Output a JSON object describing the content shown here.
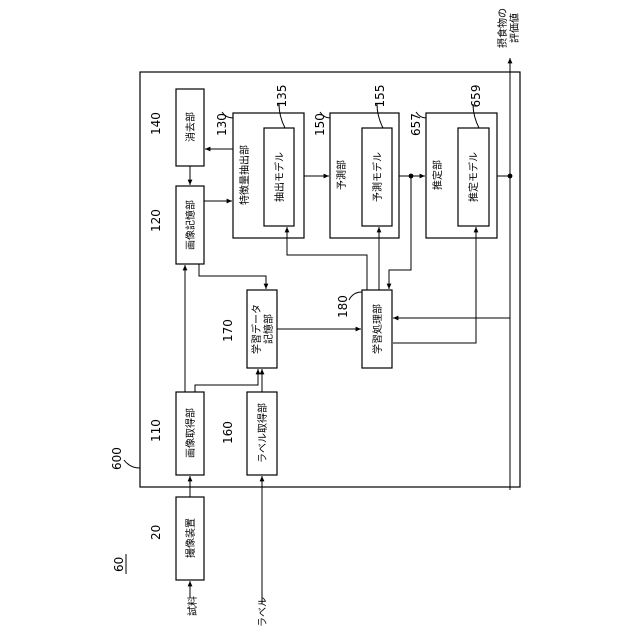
{
  "system_number": "600",
  "figure_ref": "60",
  "blocks": {
    "image_capture": {
      "number": "20",
      "label": "撮像装置"
    },
    "image_acquisition": {
      "number": "110",
      "label": "画像取得部"
    },
    "image_storage": {
      "number": "120",
      "label": "画像記憶部"
    },
    "erasing": {
      "number": "140",
      "label": "消去部"
    },
    "feature_extraction": {
      "number": "130",
      "label": "特徴量抽出部"
    },
    "extraction_model": {
      "number": "135",
      "label": "抽出モデル"
    },
    "prediction": {
      "number": "150",
      "label": "予測部"
    },
    "prediction_model": {
      "number": "155",
      "label": "予測モデル"
    },
    "estimation": {
      "number": "657",
      "label": "推定部"
    },
    "estimation_model": {
      "number": "659",
      "label": "推定モデル"
    },
    "label_acquisition": {
      "number": "160",
      "label": "ラベル取得部"
    },
    "learning_data_storage": {
      "number": "170",
      "label_line1": "学習データ",
      "label_line2": "記憶部"
    },
    "learning_processing": {
      "number": "180",
      "label": "学習処理部"
    }
  },
  "inputs": {
    "sample": "試料",
    "label": "ラベル"
  },
  "output": {
    "line1": "摂食物の",
    "line2": "評価値"
  }
}
